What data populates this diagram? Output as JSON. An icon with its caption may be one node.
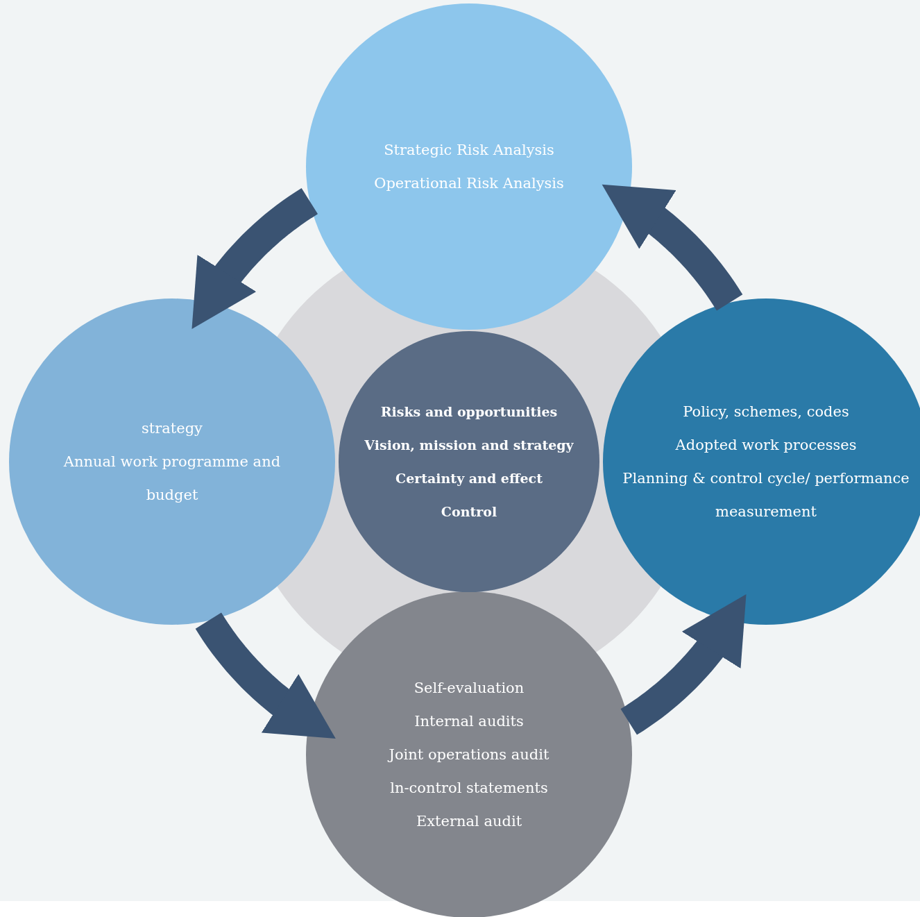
{
  "diagram": {
    "nodes": [
      {
        "text": [
          "Strategic Risk Analysis",
          "Operational Risk Analysis"
        ]
      },
      {
        "text": [
          "strategy",
          "Annual work programme and budget"
        ]
      },
      {
        "text": [
          "Risks and opportunities",
          "Vision, mission and strategy",
          "Certainty and effect",
          "Control"
        ]
      },
      {
        "text": [
          "Policy, schemes, codes",
          "Adopted work processes",
          "Planning & control cycle/ performance measurement"
        ]
      },
      {
        "text": [
          "Self-evaluation",
          "Internal audits",
          "Joint operations audit",
          "ln-control statements",
          "External audit"
        ]
      }
    ],
    "edges": [
      {
        "from": 0,
        "to": 1,
        "arrow": "to"
      },
      {
        "from": 1,
        "to": 4,
        "arrow": "to"
      },
      {
        "from": 4,
        "to": 3,
        "arrow": "to"
      },
      {
        "from": 3,
        "to": 0,
        "arrow": "to"
      }
    ]
  }
}
